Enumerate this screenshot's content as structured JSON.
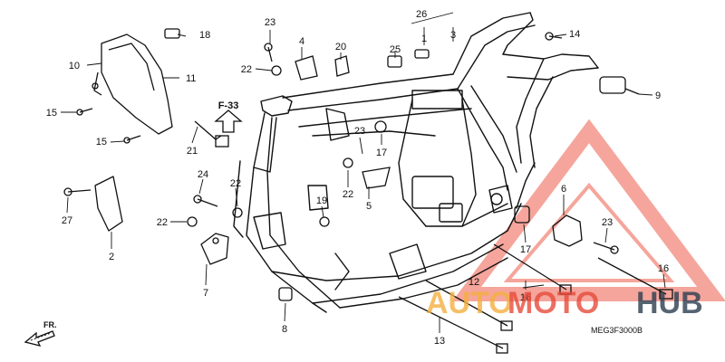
{
  "diagram": {
    "code": "MEG3F3000B",
    "ref_label": "F-33",
    "front_label": "FR.",
    "callouts": [
      {
        "id": "c26",
        "text": "26"
      },
      {
        "id": "c1",
        "text": "1"
      },
      {
        "id": "c3",
        "text": "3"
      },
      {
        "id": "c23a",
        "text": "23"
      },
      {
        "id": "c4",
        "text": "4"
      },
      {
        "id": "c20",
        "text": "20"
      },
      {
        "id": "c25",
        "text": "25"
      },
      {
        "id": "c14",
        "text": "14"
      },
      {
        "id": "c18",
        "text": "18"
      },
      {
        "id": "c10",
        "text": "10"
      },
      {
        "id": "c11",
        "text": "11"
      },
      {
        "id": "c22a",
        "text": "22"
      },
      {
        "id": "c9",
        "text": "9"
      },
      {
        "id": "c15a",
        "text": "15"
      },
      {
        "id": "c15b",
        "text": "15"
      },
      {
        "id": "c21",
        "text": "21"
      },
      {
        "id": "c23b",
        "text": "23"
      },
      {
        "id": "c17a",
        "text": "17"
      },
      {
        "id": "c22b",
        "text": "22"
      },
      {
        "id": "c5",
        "text": "5"
      },
      {
        "id": "c24",
        "text": "24"
      },
      {
        "id": "c22c",
        "text": "22"
      },
      {
        "id": "c19",
        "text": "19"
      },
      {
        "id": "c27",
        "text": "27"
      },
      {
        "id": "c22d",
        "text": "22"
      },
      {
        "id": "c2",
        "text": "2"
      },
      {
        "id": "c6",
        "text": "6"
      },
      {
        "id": "c23c",
        "text": "23"
      },
      {
        "id": "c17b",
        "text": "17"
      },
      {
        "id": "c16a",
        "text": "16"
      },
      {
        "id": "c12",
        "text": "12"
      },
      {
        "id": "c16b",
        "text": "16"
      },
      {
        "id": "c7",
        "text": "7"
      },
      {
        "id": "c8",
        "text": "8"
      },
      {
        "id": "c13",
        "text": "13"
      }
    ]
  },
  "watermark": {
    "part1": "AUTO",
    "part2": "MOTO",
    "part3": "HUB",
    "color_orange": "#f5b041",
    "color_red": "#e74c3c",
    "color_dark": "#2c3e50"
  }
}
